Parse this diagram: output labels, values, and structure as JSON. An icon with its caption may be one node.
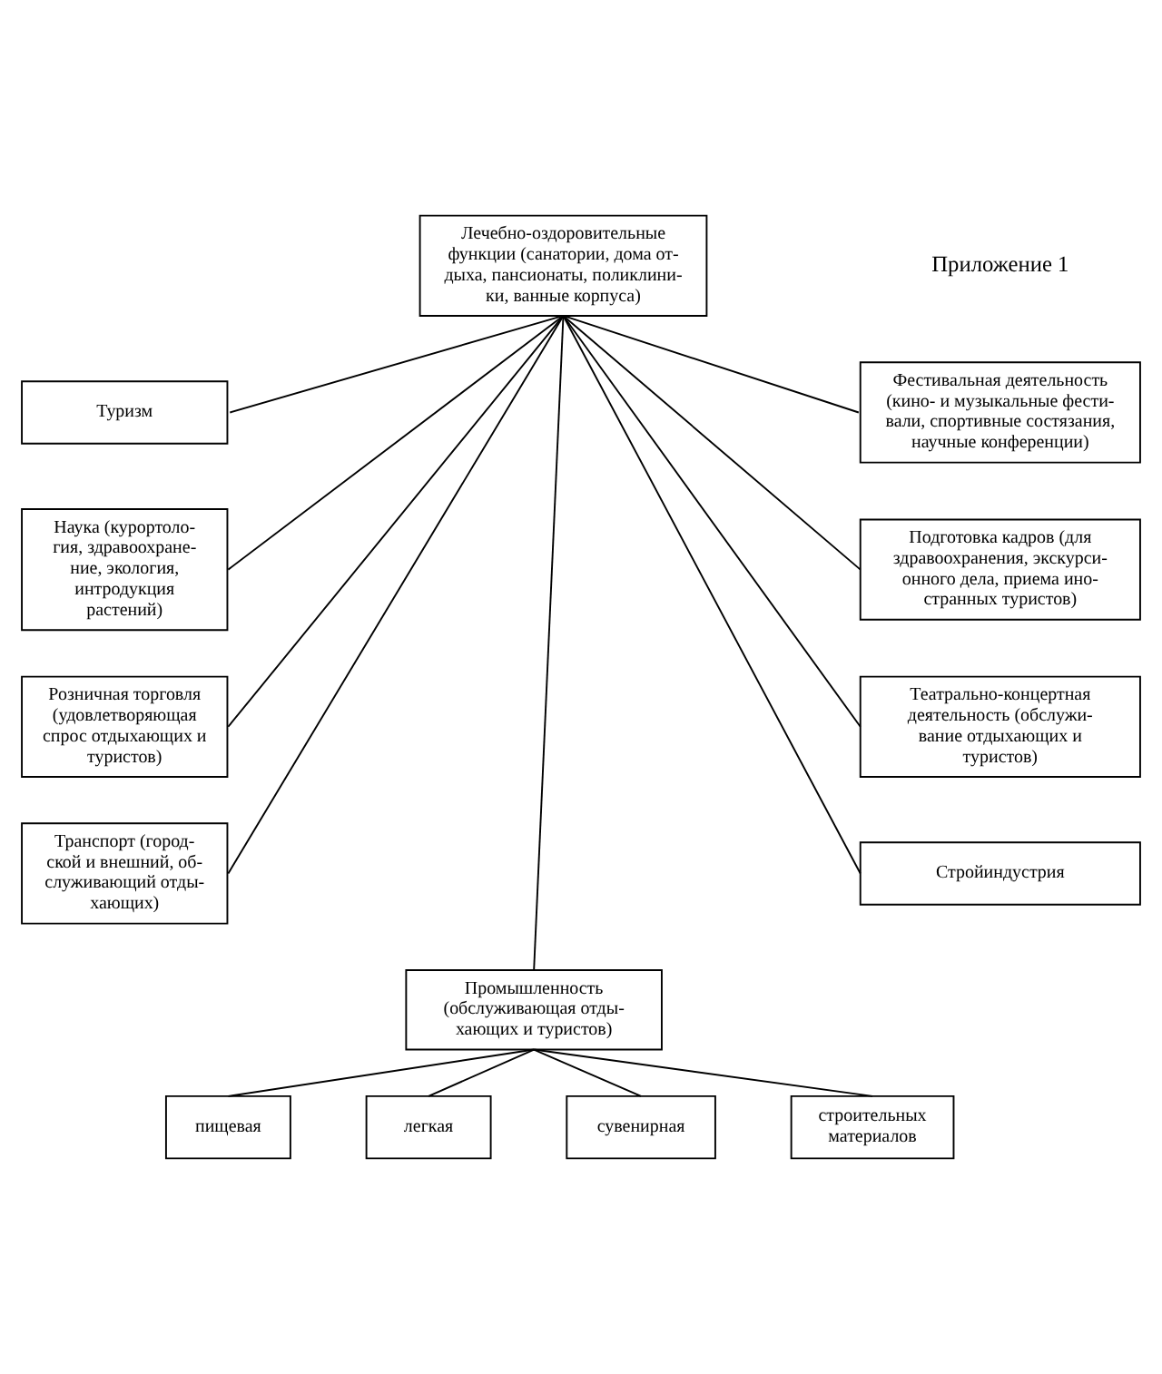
{
  "diagram": {
    "nodes": [
      {
        "text": [
          "Лечебно-оздоровительные функции (санатории, дома от- дыха, пансионаты, поликлини- ки, ванные корпуса)"
        ]
      },
      {
        "text": [
          "Туризм"
        ]
      },
      {
        "text": [
          "Фестивальная деятельность (кино- и музыкальные фести- вали, спортивные состязания, научные конференции)"
        ]
      },
      {
        "text": [
          "Наука (курортоло- гия, здравоохране- ние, экология, интродукция растений)"
        ]
      },
      {
        "text": [
          "Подготовка кадров (для здравоохранения, экскурси- онного дела, приема ино- странных туристов)"
        ]
      },
      {
        "text": [
          "Розничная торговля (удовлетворяющая спрос отдыхающих и туристов)"
        ]
      },
      {
        "text": [
          "Театрально-концертная деятельность (обслужи- вание отдыхающих и туристов)"
        ]
      },
      {
        "text": [
          "Транспорт (город- ской и внешний, об- служивающий отды- хающих)"
        ]
      },
      {
        "text": [
          "Стройиндустрия"
        ]
      },
      {
        "text": [
          "Промышленность (обслуживающая отды- хающих и туристов)"
        ]
      },
      {
        "text": [
          "пищевая"
        ]
      },
      {
        "text": [
          "легкая"
        ]
      },
      {
        "text": [
          "сувенирная"
        ]
      },
      {
        "text": [
          "строительных материалов"
        ]
      }
    ],
    "edges": [
      {
        "from": 0,
        "to": 1,
        "arrow": "none"
      },
      {
        "from": 0,
        "to": 2,
        "arrow": "none"
      },
      {
        "from": 0,
        "to": 3,
        "arrow": "none"
      },
      {
        "from": 0,
        "to": 4,
        "arrow": "none"
      },
      {
        "from": 0,
        "to": 5,
        "arrow": "none"
      },
      {
        "from": 0,
        "to": 6,
        "arrow": "none"
      },
      {
        "from": 0,
        "to": 7,
        "arrow": "none"
      },
      {
        "from": 0,
        "to": 8,
        "arrow": "none"
      },
      {
        "from": 0,
        "to": 9,
        "arrow": "none"
      },
      {
        "from": 9,
        "to": 10,
        "arrow": "none"
      },
      {
        "from": 9,
        "to": 11,
        "arrow": "none"
      },
      {
        "from": 9,
        "to": 12,
        "arrow": "none"
      },
      {
        "from": 9,
        "to": 13,
        "arrow": "none"
      }
    ],
    "labels": [
      "Приложение 1"
    ]
  }
}
